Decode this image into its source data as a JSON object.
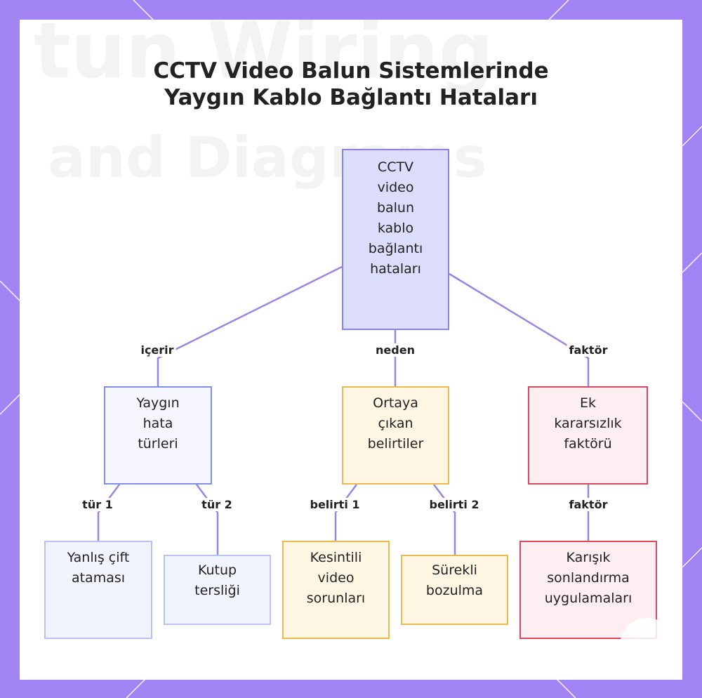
{
  "title_lines": [
    "CCTV Video Balun Sistemlerinde",
    "Yaygın Kablo Bağlantı Hataları"
  ],
  "nodes": {
    "root": "CCTV video balun kablo bağlantı hataları",
    "types": "Yaygın hata türleri",
    "symptoms": "Ortaya çıkan belirtiler",
    "factor": "Ek kararsızlık faktörü",
    "wrong_pair": "Yanlış çift ataması",
    "polarity": "Kutup tersliği",
    "intermittent": "Kesintili video sorunları",
    "distortion": "Sürekli bozulma",
    "mixed": "Karışık sonlandırma uygulamaları"
  },
  "edges": {
    "includes": "içerir",
    "cause": "neden",
    "factor": "faktör",
    "type1": "tür 1",
    "type2": "tür 2",
    "symptom1": "belirti 1",
    "symptom2": "belirti 2",
    "factor2": "faktör"
  },
  "colors": {
    "frame": "#a284f5",
    "root": "#dcdcfb",
    "blue": "#7f8fe8",
    "orange": "#f1b84f",
    "red": "#d9485f",
    "connector": "#9a86e0"
  }
}
